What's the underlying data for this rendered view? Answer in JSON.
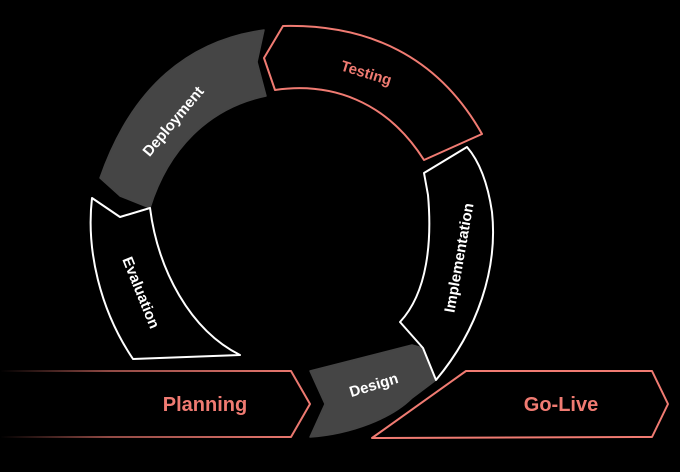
{
  "diagram": {
    "colors": {
      "background": "#000000",
      "accent": "#f07b72",
      "outline": "#ffffff",
      "filled": "#454545",
      "text_light": "#ffffff"
    },
    "cycle": {
      "design": "Design",
      "implementation": "Implementation",
      "testing": "Testing",
      "deployment": "Deployment",
      "evaluation": "Evaluation"
    },
    "bars": {
      "planning": "Planning",
      "go_live": "Go-Live"
    }
  }
}
